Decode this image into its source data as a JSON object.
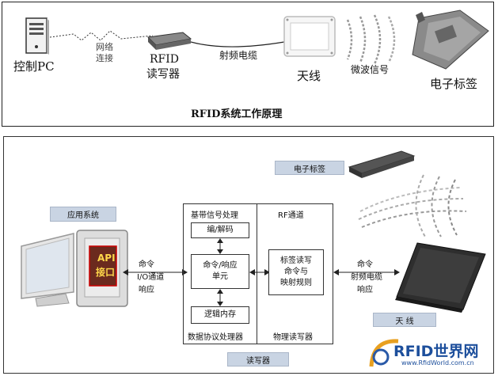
{
  "top": {
    "pc_label": "控制PC",
    "network_label_1": "网络",
    "network_label_2": "连接",
    "reader_label_1": "RFID",
    "reader_label_2": "读写器",
    "cable_label": "射频电缆",
    "antenna_label": "天线",
    "microwave_label": "微波信号",
    "tag_label": "电子标签",
    "caption": "RFID系统工作原理"
  },
  "bottom": {
    "app_system": "应用系统",
    "api_1": "API",
    "api_2": "接口",
    "cmd_left": "命令",
    "io_channel": "I/O通道",
    "resp_left": "响应",
    "baseband_title": "基带信号处理",
    "codec": "编/解码",
    "cmd_resp_1": "命令/响应",
    "cmd_resp_2": "单元",
    "logic_mem": "逻辑内存",
    "data_protocol": "数据协议处理器",
    "rf_channel": "RF通道",
    "tag_rw_1": "标签读写",
    "tag_rw_2": "命令与",
    "tag_rw_3": "映射规则",
    "physical_reader": "物理读写器",
    "cmd_right": "命令",
    "rf_cable": "射频电缆",
    "resp_right": "响应",
    "etag": "电子标签",
    "antenna": "天    线",
    "reader": "读写器",
    "logo_main": "RFID世界网",
    "logo_url": "www.RfidWorld.com.cn"
  }
}
